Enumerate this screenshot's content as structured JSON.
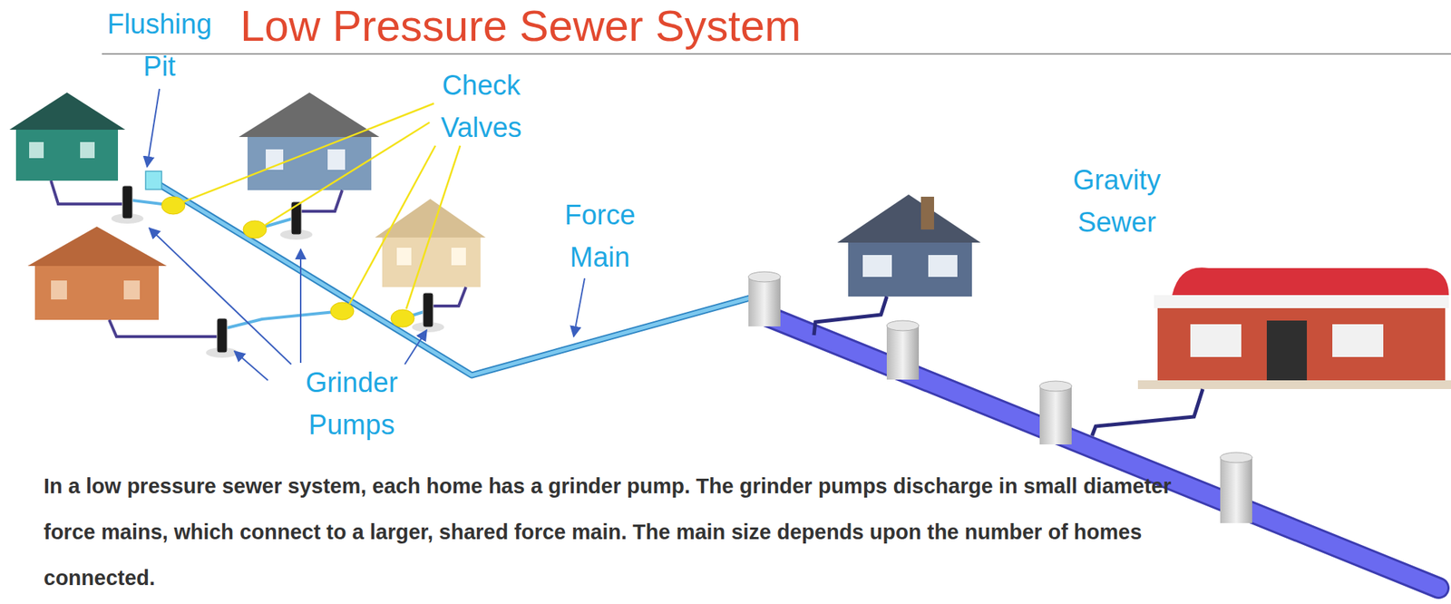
{
  "diagram": {
    "title": "Low Pressure Sewer System",
    "caption": "In a low pressure sewer system, each home has a grinder pump.  The grinder pumps discharge in small diameter force mains, which connect to a larger, shared force main.   The main size depends upon the number of homes connected.",
    "labels": [
      "Flushing Pit",
      "Check Valves",
      "Force Main",
      "Gravity Sewer",
      "Grinder Pumps"
    ]
  }
}
